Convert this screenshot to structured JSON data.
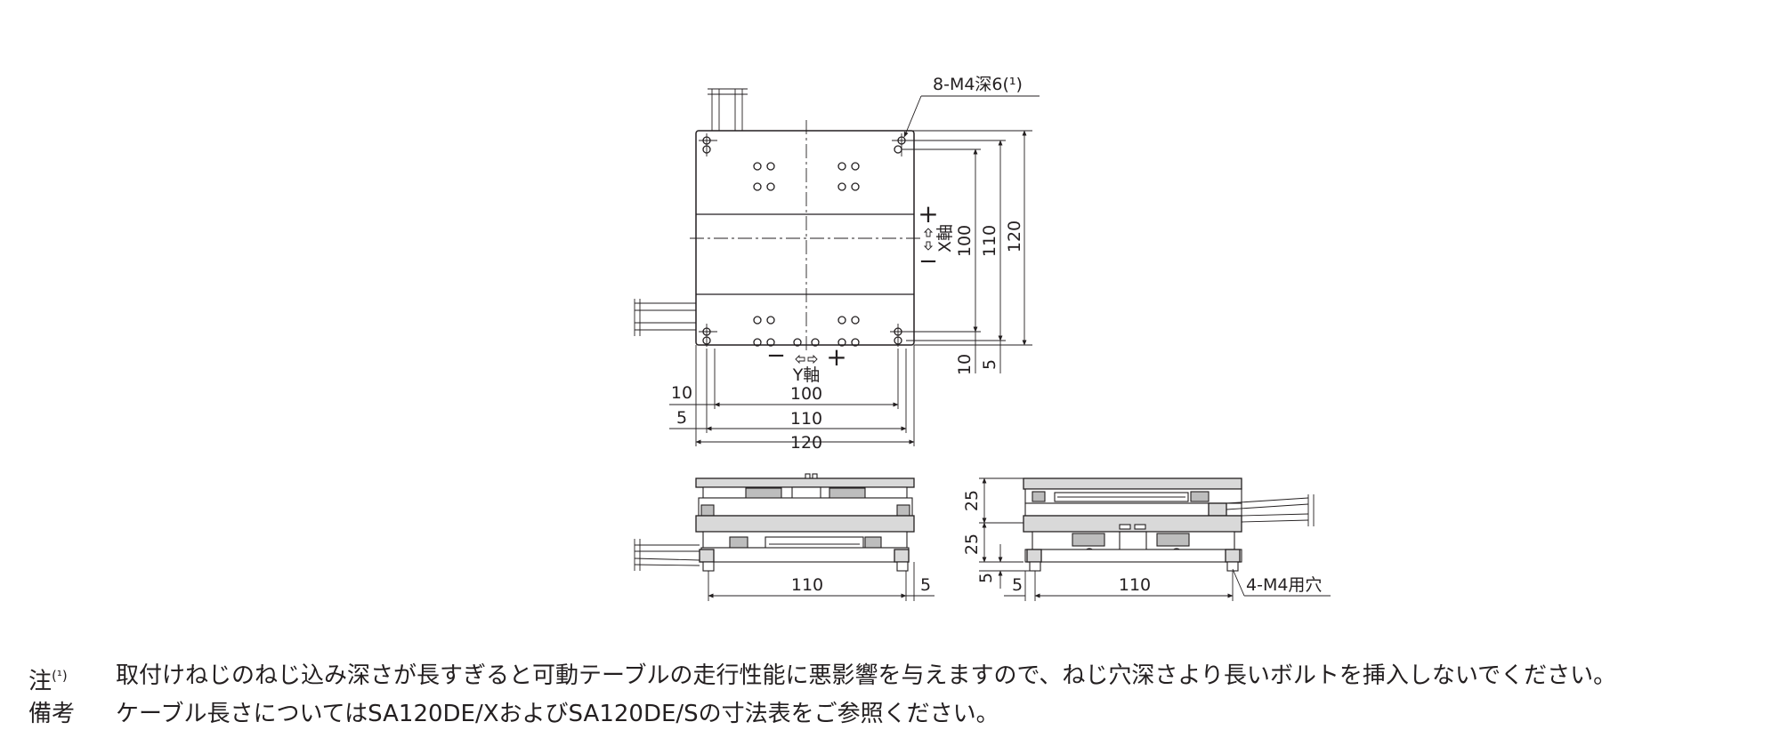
{
  "drawing": {
    "callout_top": "8-M4深6(¹)",
    "callout_bottom": "4-M4用穴",
    "x_axis_label": "X軸",
    "y_axis_label": "Y軸",
    "minus_sign": "−",
    "plus_sign": "+",
    "dims_horizontal": [
      "10",
      "100",
      "5",
      "110",
      "120"
    ],
    "dims_vertical": [
      "100",
      "110",
      "120",
      "10",
      "5"
    ],
    "dims_front": [
      "110",
      "5"
    ],
    "dims_side": [
      "25",
      "25",
      "5",
      "5",
      "110"
    ]
  },
  "notes": [
    {
      "label": "注",
      "sup": "(¹)",
      "text": "取付けねじのねじ込み深さが長すぎると可動テーブルの走行性能に悪影響を与えますので、ねじ穴深さより長いボルトを挿入しないでください。"
    },
    {
      "label": "備考",
      "sup": "",
      "text": "ケーブル長さについてはSA120DE/XおよびSA120DE/Sの寸法表をご参照ください。"
    }
  ]
}
